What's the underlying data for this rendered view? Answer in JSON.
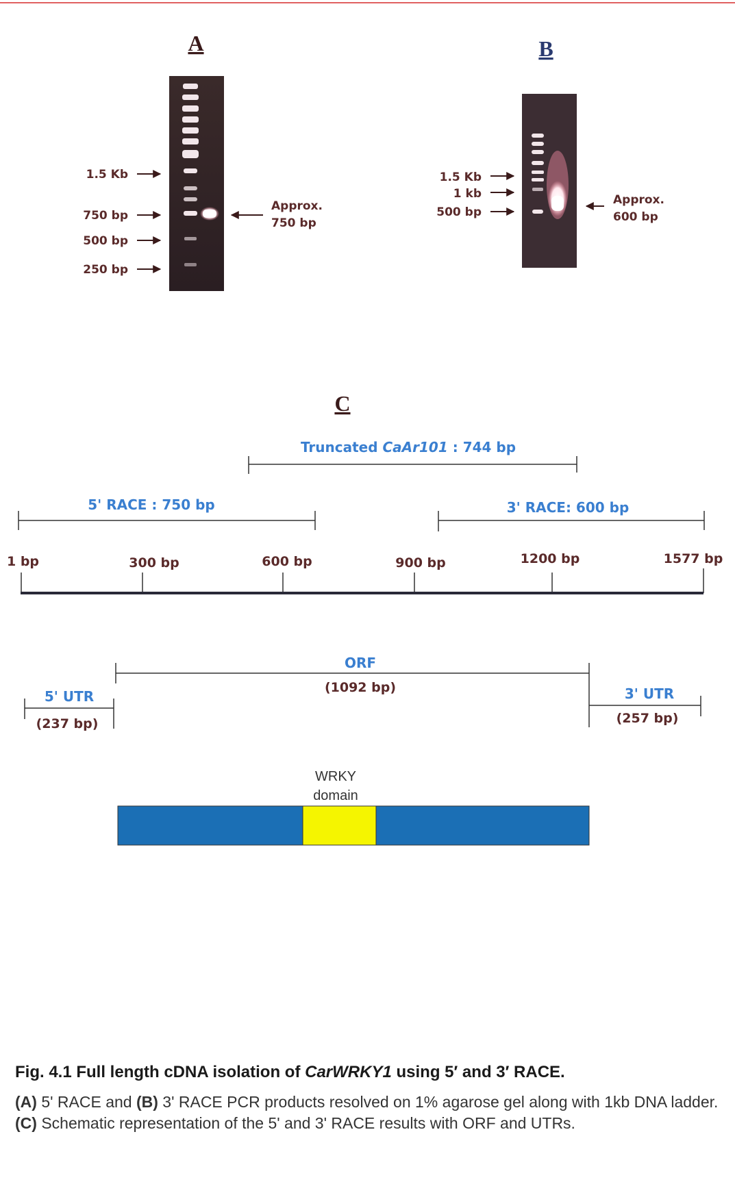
{
  "panels": {
    "a": {
      "label": "A",
      "markers": [
        "1.5 Kb",
        "750 bp",
        "500 bp",
        "250 bp"
      ],
      "band_label_line1": "Approx.",
      "band_label_line2": "750 bp"
    },
    "b": {
      "label": "B",
      "markers": [
        "1.5 Kb",
        "1 kb",
        "500 bp"
      ],
      "band_label_line1": "Approx.",
      "band_label_line2": "600 bp"
    },
    "c": {
      "label": "C",
      "truncated_prefix": "Truncated ",
      "truncated_name": "CaAr101",
      "truncated_suffix": " : 744 bp",
      "race5": "5' RACE : 750 bp",
      "race3": "3' RACE: 600 bp",
      "scale_ticks": [
        "1 bp",
        "300 bp",
        "600 bp",
        "900 bp",
        "1200 bp",
        "1577 bp"
      ],
      "utr5": "5' UTR",
      "utr5_len": "(237 bp)",
      "orf": "ORF",
      "orf_len": "(1092 bp)",
      "utr3": "3' UTR",
      "utr3_len": "(257 bp)",
      "domain_line1": "WRKY",
      "domain_line2": "domain"
    }
  },
  "colors": {
    "protein_bar": "#1b6fb5",
    "wrky_domain": "#f5f500",
    "blue_label": "#3a7fd0",
    "top_rule": "#e06060"
  },
  "caption": {
    "title_prefix": "Fig. 4.1 Full length cDNA isolation of ",
    "title_gene": "CarWRKY1",
    "title_suffix": " using 5′  and 3′   RACE.",
    "a_tag": "(A)",
    "a_text": " 5' RACE and ",
    "b_tag": "(B)",
    "b_text": " 3' RACE PCR products resolved on 1% agarose gel along with 1kb DNA ladder. ",
    "c_tag": "(C)",
    "c_text": " Schematic representation of the 5' and 3' RACE results with ORF and UTRs."
  }
}
